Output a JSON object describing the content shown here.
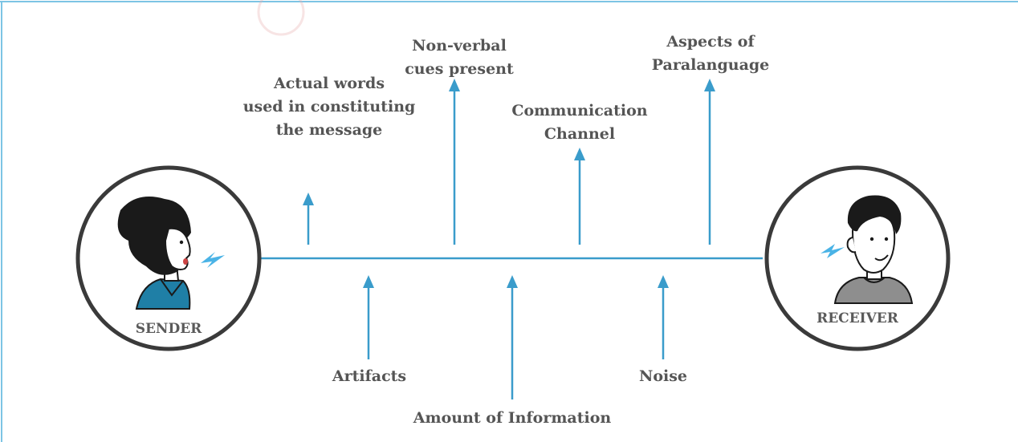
{
  "colors": {
    "line": "#3a9ccb",
    "text": "#555555",
    "frame": "#7dc4e4",
    "shirt": "#1f7fa6",
    "receiver_shirt": "#8e8e8e",
    "watermark": "#f3d0d0"
  },
  "sender": {
    "label": "SENDER"
  },
  "receiver": {
    "label": "RECEIVER"
  },
  "labels": {
    "actual_words": [
      "Actual words",
      "used in constituting",
      "the message"
    ],
    "nonverbal": [
      "Non-verbal",
      "cues present"
    ],
    "channel": [
      "Communication",
      "Channel"
    ],
    "paralanguage": [
      "Aspects of",
      "Paralanguage"
    ],
    "artifacts": [
      "Artifacts"
    ],
    "amount": [
      "Amount of Information"
    ],
    "noise": [
      "Noise"
    ]
  }
}
